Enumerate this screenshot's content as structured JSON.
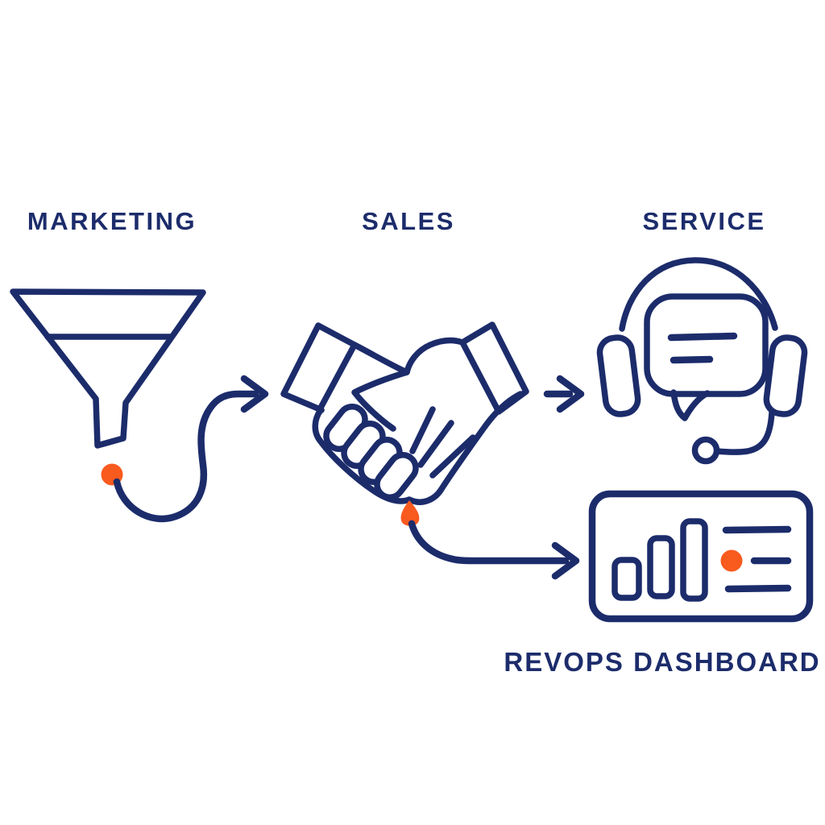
{
  "colors": {
    "navy": "#1C2C6B",
    "orange": "#F95A1E",
    "background": "#FFFFFF"
  },
  "labels": {
    "marketing": "MARKETING",
    "sales": "SALES",
    "service": "SERVICE",
    "revops_dashboard": "REVOPS DASHBOARD"
  },
  "icons": {
    "marketing": "funnel-icon",
    "sales": "handshake-icon",
    "service": "headset-speech-bubble-icon",
    "revops_dashboard": "dashboard-bar-chart-card-icon",
    "connectors": [
      "curved-arrow-funnel-to-handshake",
      "straight-arrow-handshake-to-service",
      "curved-arrow-handshake-to-dashboard"
    ]
  }
}
